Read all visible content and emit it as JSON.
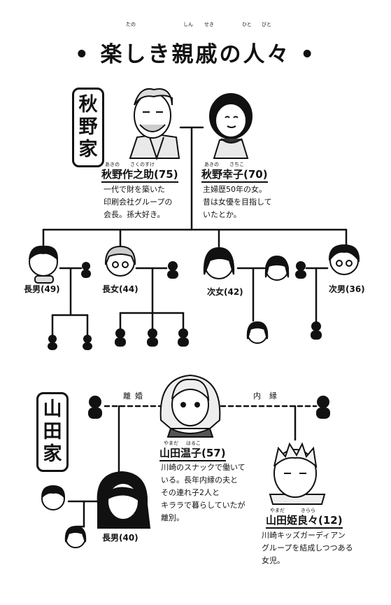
{
  "title": "楽しき親戚の人々",
  "title_ruby": [
    "たの",
    "しん",
    "せき",
    "ひと",
    "びと"
  ],
  "akino": {
    "family_label": [
      "秋",
      "野",
      "家"
    ],
    "grandpa": {
      "name": "秋野作之助(75)",
      "ruby": [
        "あきの",
        "さくのすけ"
      ],
      "desc": [
        "一代で財を築いた",
        "印刷会社グループの",
        "会長。孫大好き。"
      ]
    },
    "grandma": {
      "name": "秋野幸子(70)",
      "ruby": [
        "あきの",
        "さちこ"
      ],
      "desc": [
        "主婦歴50年の女。",
        "昔は女優を目指して",
        "いたとか。"
      ]
    },
    "children": [
      "長男(49)",
      "長女(44)",
      "次女(42)",
      "次男(36)"
    ]
  },
  "yamada": {
    "family_label": [
      "山",
      "田",
      "家"
    ],
    "divorce_label": "離婚",
    "common_law_label": "内縁",
    "haruko": {
      "name": "山田温子(57)",
      "ruby": [
        "やまだ",
        "はるこ"
      ],
      "desc": [
        "川崎のスナックで働いて",
        "いる。長年内縁の夫と",
        "その連れ子2人と",
        "キララで暮らしていたが",
        "離別。"
      ]
    },
    "himera": {
      "name": "山田姫良々(12)",
      "ruby": [
        "やまだ",
        "きらら"
      ],
      "desc": [
        "川崎キッズガーディアン",
        "グループを結成しつつある",
        "女児。"
      ]
    },
    "son": "長男(40)"
  }
}
